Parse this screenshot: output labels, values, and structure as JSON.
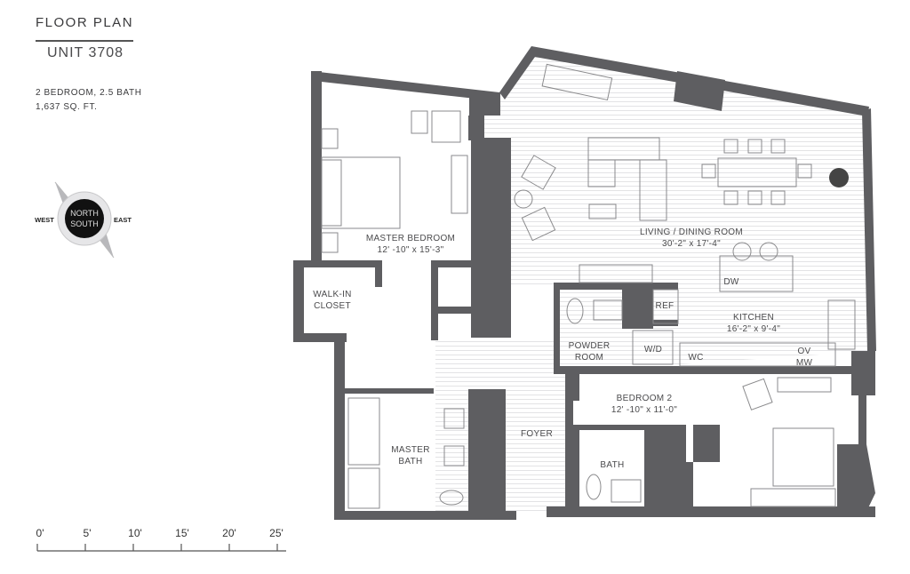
{
  "header": {
    "title": "FLOOR PLAN",
    "unit": "UNIT 3708",
    "bedrooms_baths": "2 BEDROOM, 2.5 BATH",
    "area": "1,637  SQ. FT."
  },
  "compass": {
    "west": "WEST",
    "east": "EAST",
    "north": "NORTH",
    "south": "SOUTH"
  },
  "rooms": {
    "master_bedroom": {
      "name": "MASTER BEDROOM",
      "dims": "12' -10\" x 15'-3\""
    },
    "walk_in_closet": {
      "line1": "WALK-IN",
      "line2": "CLOSET"
    },
    "living_dining": {
      "name": "LIVING / DINING ROOM",
      "dims": "30'-2\" x 17'-4\""
    },
    "kitchen": {
      "name": "KITCHEN",
      "dims": "16'-2\" x 9'-4\""
    },
    "powder_room": {
      "line1": "POWDER",
      "line2": "ROOM"
    },
    "bedroom_2": {
      "name": "BEDROOM 2",
      "dims": "12' -10\" x 11'-0\""
    },
    "foyer": "FOYER",
    "master_bath": {
      "line1": "MASTER",
      "line2": "BATH"
    },
    "bath": "BATH"
  },
  "appliances": {
    "dw": "DW",
    "ref": "REF",
    "wd": "W/D",
    "wc": "WC",
    "ov": "OV",
    "mw": "MW"
  },
  "scale": {
    "labels": [
      "0'",
      "5'",
      "10'",
      "15'",
      "20'",
      "25'"
    ]
  },
  "colors": {
    "wall": "#5e5e61",
    "line": "#8a8a8c",
    "floor_hatch": "#e4e4e6"
  }
}
